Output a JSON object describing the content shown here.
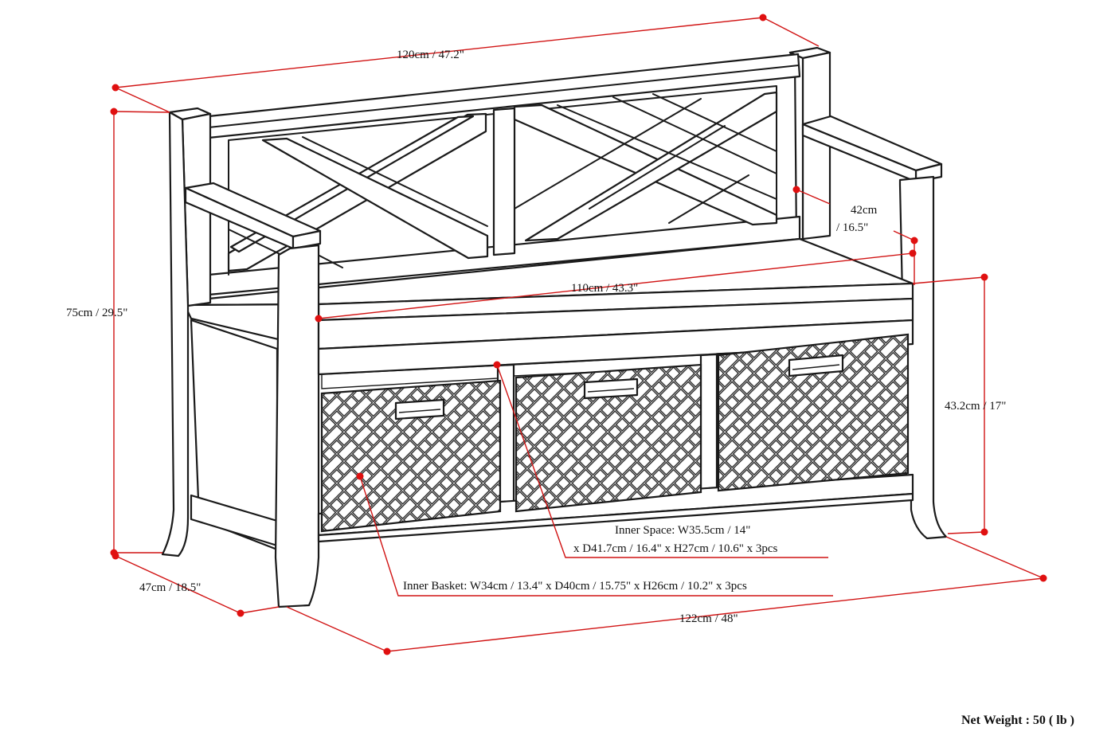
{
  "dimensions": {
    "top_width": "120cm / 47.2\"",
    "total_height": "75cm / 29.5\"",
    "arm_height": "42cm / 16.5\"",
    "seat_width": "110cm / 43.3\"",
    "seat_height": "43.2cm / 17\"",
    "depth": "47cm / 18.5\"",
    "base_width": "122cm / 48\""
  },
  "inner_space": {
    "line1": "Inner Space: W35.5cm / 14\"",
    "line2": "x D41.7cm / 16.4\" x H27cm / 10.6\" x 3pcs"
  },
  "inner_basket": "Inner Basket: W34cm / 13.4\" x D40cm / 15.75\" x H26cm / 10.2\" x 3pcs",
  "net_weight": "Net Weight : 50 ( lb )",
  "colors": {
    "dimension_lines": "#d11414",
    "outline": "#1a1a1a",
    "background": "#ffffff"
  }
}
